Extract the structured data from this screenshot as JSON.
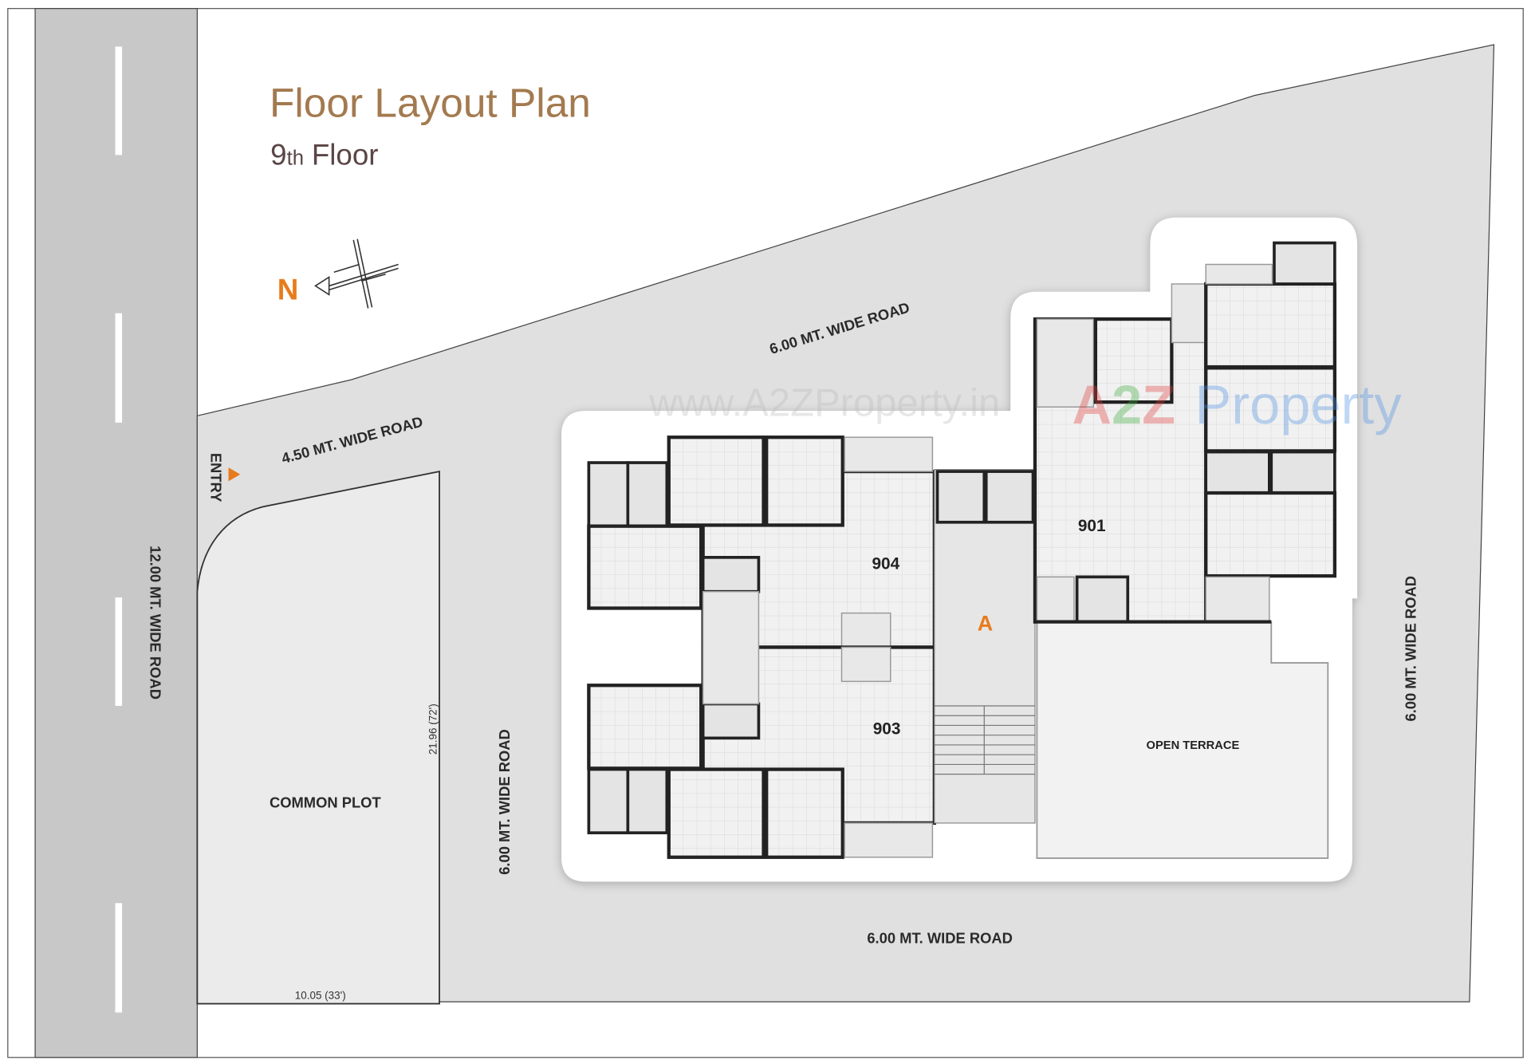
{
  "header": {
    "title": "Floor Layout Plan",
    "subtitle_number": "9",
    "subtitle_suffix": "th",
    "subtitle_word": "Floor"
  },
  "compass": {
    "label": "N",
    "icon": "north-arrow-icon"
  },
  "labels": {
    "entry": "ENTRY",
    "road_west": "12.00 MT. WIDE ROAD",
    "road_north_small": "4.50 MT. WIDE ROAD",
    "road_north": "6.00 MT. WIDE ROAD",
    "road_mid": "6.00 MT. WIDE ROAD",
    "road_south": "6.00 MT. WIDE ROAD",
    "road_east": "6.00 MT. WIDE ROAD",
    "common_plot": "COMMON PLOT",
    "dim_vertical": "21.96 (72')",
    "dim_horizontal": "10.05 (33')",
    "open_terrace": "OPEN TERRACE",
    "core": "A"
  },
  "units": [
    {
      "number": "901"
    },
    {
      "number": "904"
    },
    {
      "number": "903"
    }
  ],
  "watermark": {
    "url": "www.A2ZProperty.in",
    "brand_a": "A",
    "brand_2": "2",
    "brand_z": "Z",
    "brand_word": "Property"
  },
  "colors": {
    "title": "#a37a4f",
    "subtitle": "#5a4545",
    "accent": "#e87b1c",
    "road": "#c8c8c8",
    "site": "#e0e0e0"
  }
}
